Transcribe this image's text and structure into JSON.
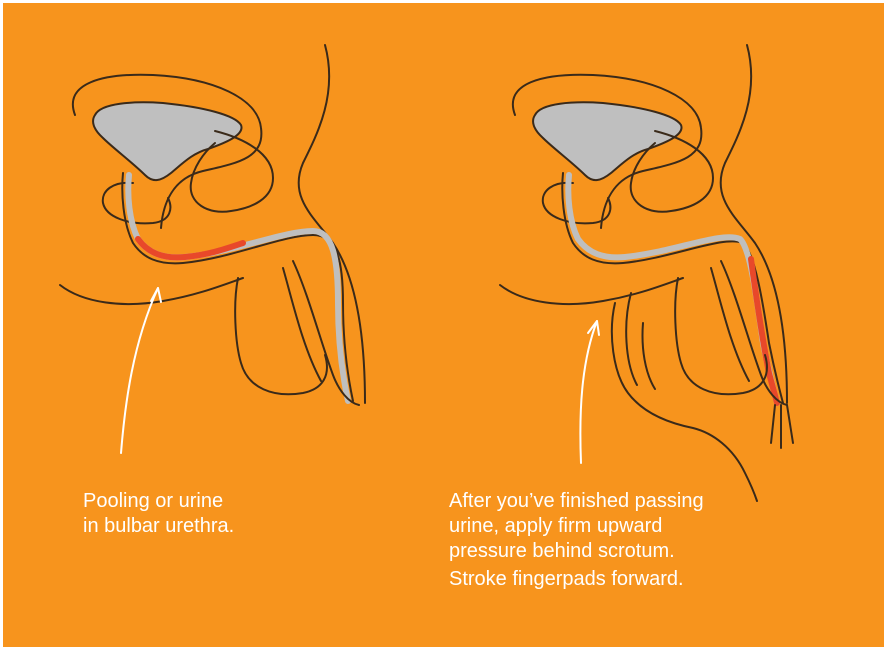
{
  "colors": {
    "background": "#f7941d",
    "outline": "#3a2a1a",
    "organ_fill": "#bfbfbf",
    "highlight": "#e8482a",
    "arrow": "#ffffff",
    "text": "#ffffff"
  },
  "left_figure": {
    "caption_lines": [
      "Pooling or urine",
      "in bulbar urethra."
    ]
  },
  "right_figure": {
    "caption_lines": [
      "After you’ve finished passing",
      "urine, apply firm upward",
      "pressure behind scrotum."
    ],
    "caption_extra": "Stroke fingerpads forward."
  }
}
